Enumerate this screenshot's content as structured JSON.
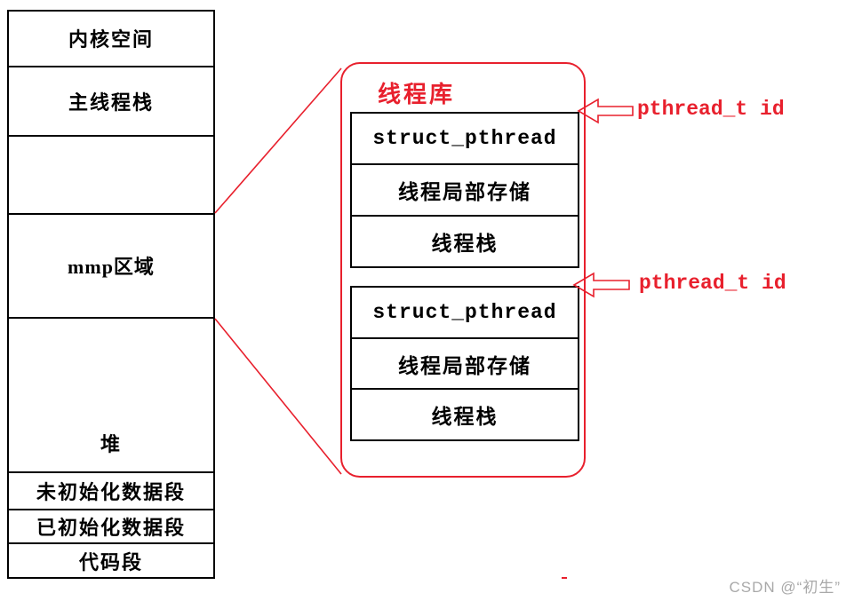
{
  "colors": {
    "red_accent": "#e8202d",
    "black": "#000000",
    "watermark_gray": "#a9a9a9"
  },
  "memory_column": {
    "segments": [
      {
        "id": "kernel",
        "label": "内核空间"
      },
      {
        "id": "mainstk",
        "label": "主线程栈"
      },
      {
        "id": "empty",
        "label": ""
      },
      {
        "id": "mmp",
        "label": "mmp区域"
      },
      {
        "id": "heap",
        "label": "堆"
      },
      {
        "id": "bss",
        "label": "未初始化数据段"
      },
      {
        "id": "data",
        "label": "已初始化数据段"
      },
      {
        "id": "text",
        "label": "代码段"
      }
    ]
  },
  "thread_library": {
    "title": "线程库",
    "blocks": [
      {
        "rows": [
          "struct_pthread",
          "线程局部存储",
          "线程栈"
        ]
      },
      {
        "rows": [
          "struct_pthread",
          "线程局部存储",
          "线程栈"
        ]
      }
    ]
  },
  "annotations": {
    "arrows": [
      {
        "label": "pthread_t id"
      },
      {
        "label": "pthread_t id"
      }
    ]
  },
  "watermark": "CSDN @“初生”"
}
